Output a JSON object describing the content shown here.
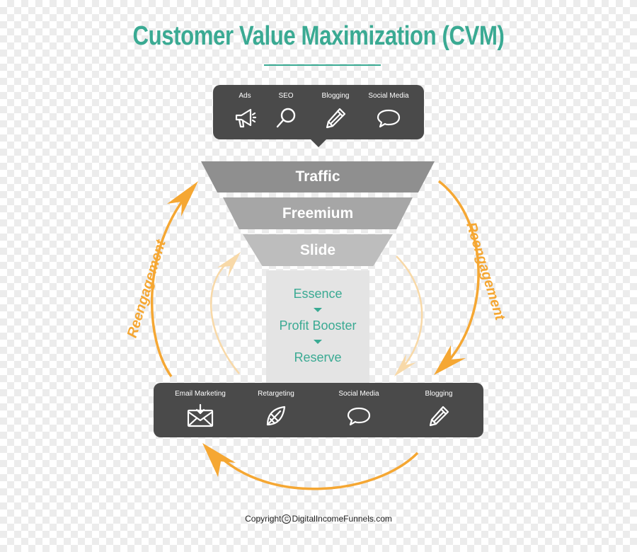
{
  "title": "Customer Value Maximization (CVM)",
  "colors": {
    "title": "#3aaa93",
    "panel": "#4a4a4a",
    "layer_1": "#8f8f8f",
    "layer_2": "#a6a6a6",
    "layer_3": "#bdbdbd",
    "core_bg": "#e4e4e4",
    "core_text": "#3aaa93",
    "arrow": "#f5a733",
    "arrow_faint": "#f8d9a8"
  },
  "traffic_sources": [
    {
      "label": "Ads",
      "icon": "megaphone-icon"
    },
    {
      "label": "SEO",
      "icon": "magnifier-icon"
    },
    {
      "label": "Blogging",
      "icon": "pencil-icon"
    },
    {
      "label": "Social Media",
      "icon": "speech-bubble-icon"
    }
  ],
  "funnel_layers": [
    "Traffic",
    "Freemium",
    "Slide"
  ],
  "core_offers": [
    "Essence",
    "Profit Booster",
    "Reserve"
  ],
  "reengagement_channels": [
    {
      "label": "Email Marketing",
      "icon": "email-icon"
    },
    {
      "label": "Retargeting",
      "icon": "retarget-icon"
    },
    {
      "label": "Social Media",
      "icon": "speech-bubble-icon"
    },
    {
      "label": "Blogging",
      "icon": "pencil-icon"
    }
  ],
  "loop_label_left": "Reengagement",
  "loop_label_right": "Reengagement",
  "copyright": {
    "prefix": "Copyright",
    "symbol": "C",
    "site": "DigitalIncomeFunnels.com"
  }
}
